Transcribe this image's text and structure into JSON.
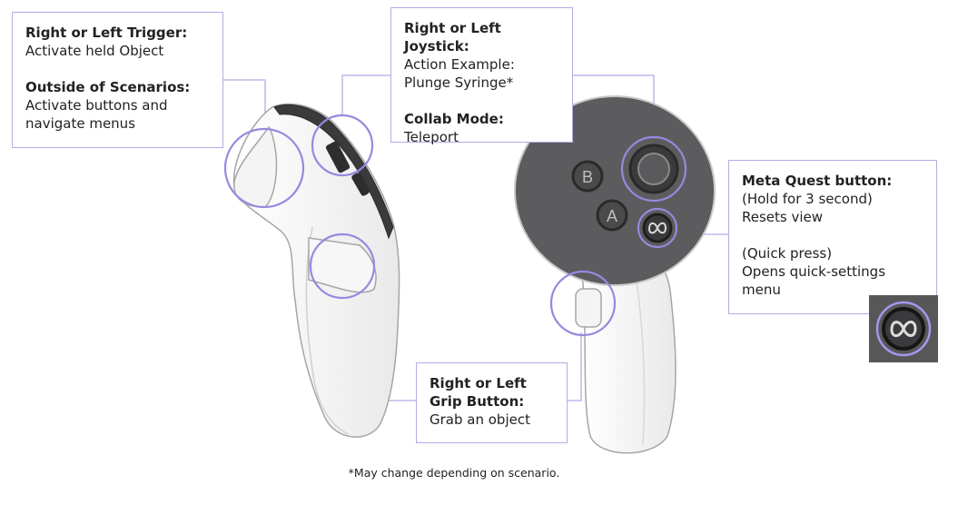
{
  "trigger": {
    "h1": "Right or Left Trigger:",
    "t1": "Activate held Object",
    "h2": "Outside of Scenarios:",
    "t2a": "Activate buttons and",
    "t2b": "navigate menus"
  },
  "joystick": {
    "h1": "Right or Left Joystick:",
    "t1a": "Action Example:",
    "t1b": "Plunge Syringe*",
    "h2": "Collab Mode:",
    "t2": "Teleport"
  },
  "meta": {
    "h1": "Meta Quest button:",
    "t1a": "(Hold for 3 second)",
    "t1b": "Resets view",
    "t2a": "(Quick press)",
    "t2b": "Opens quick-settings",
    "t2c": "menu"
  },
  "grip": {
    "h1a": "Right or Left",
    "h1b": "Grip Button:",
    "t1": "Grab an object"
  },
  "buttons": {
    "b": "B",
    "a": "A"
  },
  "footnote": "*May change depending on scenario.",
  "colors": {
    "highlight": "#9b86e0",
    "callout_border": "#b7a9e6",
    "face": "#5c5c5e",
    "body": "#ffffff",
    "outline": "#9c9c9c"
  }
}
